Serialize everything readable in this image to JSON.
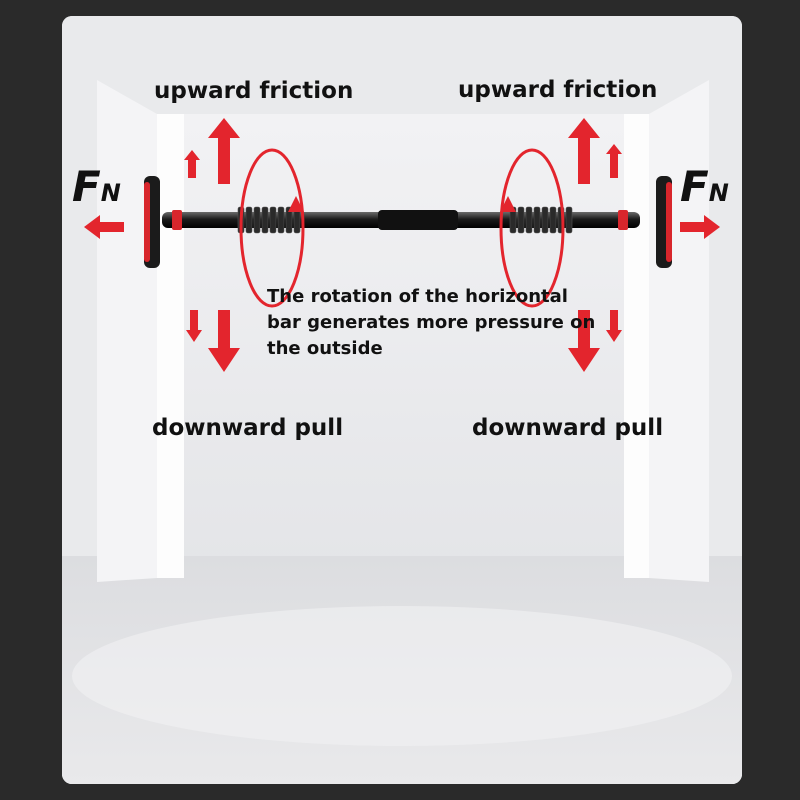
{
  "labels": {
    "upward_friction_left": "upward friction",
    "upward_friction_right": "upward friction",
    "downward_pull_left": "downward pull",
    "downward_pull_right": "downward pull",
    "rotation_note": "The rotation of the horizontal bar generates more pressure on the outside",
    "normal_force_left_main": "F",
    "normal_force_left_sub": "N",
    "normal_force_right_main": "F",
    "normal_force_right_sub": "N"
  },
  "colors": {
    "arrow": "#e3252d",
    "bar": "#1a1a1a",
    "accent": "#d8262c",
    "text": "#111111",
    "background": "#2a2a2a",
    "wall": "#f7f7f8"
  }
}
